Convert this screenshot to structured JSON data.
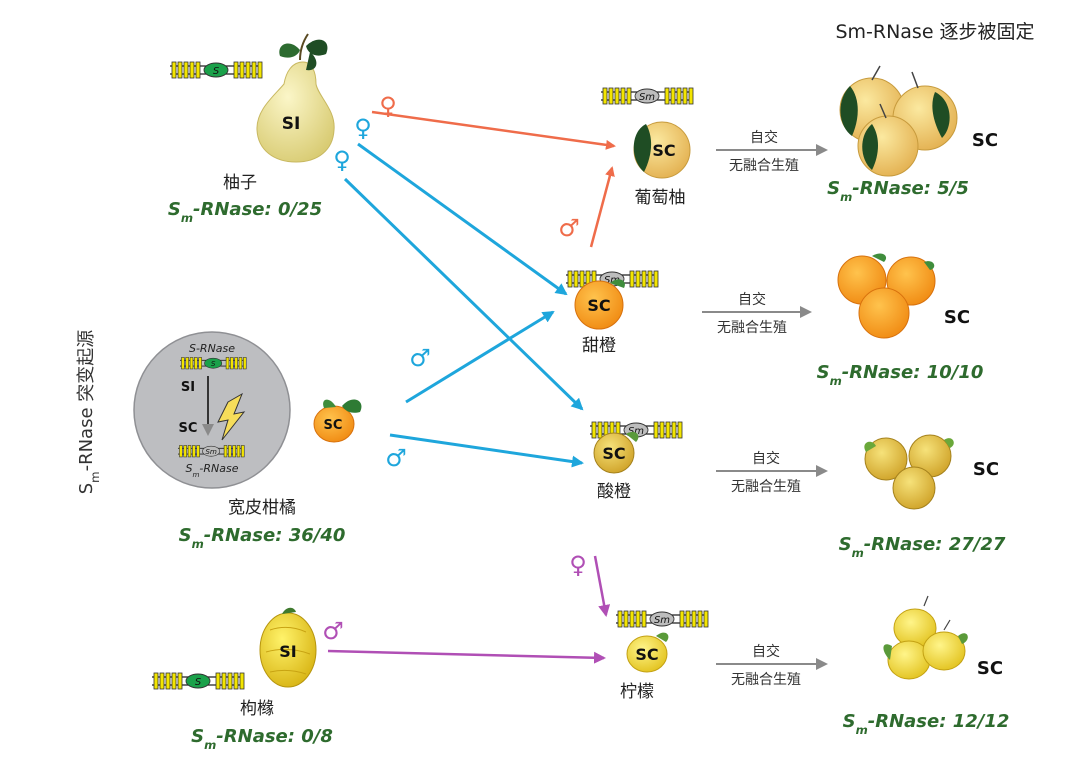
{
  "header": {
    "text": "Sm-RNase 逐步被固定"
  },
  "species": [
    {
      "id": "pomelo",
      "name": "柚子",
      "status": "SI",
      "ratio": "Sm-RNase: 0/25"
    },
    {
      "id": "mandarin",
      "name": "宽皮柑橘",
      "status": "SC",
      "ratio": "Sm-RNase: 36/40"
    },
    {
      "id": "citron",
      "name": "枸橼",
      "status": "SI",
      "ratio": "Sm-RNase: 0/8"
    }
  ],
  "hybrids": [
    {
      "id": "grapefruit",
      "name": "葡萄柚",
      "status": "SC"
    },
    {
      "id": "sweet-orange",
      "name": "甜橙",
      "status": "SC"
    },
    {
      "id": "sour-orange",
      "name": "酸橙",
      "status": "SC"
    },
    {
      "id": "lemon",
      "name": "柠檬",
      "status": "SC"
    }
  ],
  "propagation": {
    "line1": "自交",
    "line2": "无融合生殖"
  },
  "results": [
    {
      "id": "grapefruit",
      "status": "SC",
      "ratio": "Sm-RNase: 5/5"
    },
    {
      "id": "sweet-orange",
      "status": "SC",
      "ratio": "Sm-RNase: 10/10"
    },
    {
      "id": "sour-orange",
      "status": "SC",
      "ratio": "Sm-RNase: 27/27"
    },
    {
      "id": "lemon",
      "status": "SC",
      "ratio": "Sm-RNase: 12/12"
    }
  ],
  "origin": {
    "vertical_title": "Sm-RNase 突变起源",
    "top_label": "S-RNase",
    "si_label": "SI",
    "sc_label": "SC",
    "bottom_label": "Sm-RNase",
    "gene_s": "S",
    "gene_sm": "Sm"
  },
  "symbols": {
    "female": "♀",
    "male": "♂"
  },
  "colors": {
    "orange_arrow": "#ef6c4a",
    "blue_arrow": "#1ea6dc",
    "purple_arrow": "#b04fb5",
    "grey_arrow": "#8a8a8a",
    "ratio_green": "#2e6b2e",
    "gene_yellow": "#f3e500",
    "gene_green": "#1aa14a"
  }
}
